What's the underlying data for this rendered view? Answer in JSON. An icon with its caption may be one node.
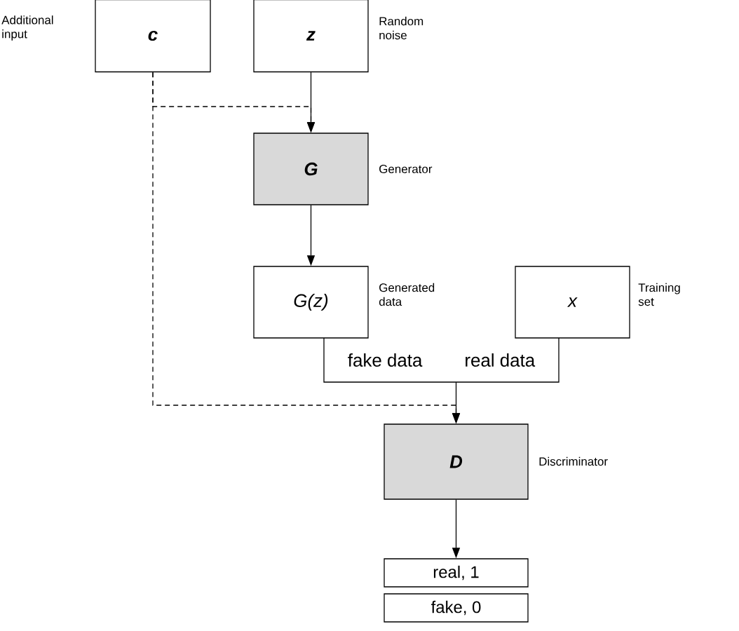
{
  "diagram": {
    "nodes": [
      {
        "text": [
          "c"
        ],
        "beside": [
          "Additional input"
        ]
      },
      {
        "text": [
          "z"
        ],
        "beside": [
          "Random noise"
        ]
      },
      {
        "text": [
          "G"
        ],
        "beside": [
          "Generator"
        ]
      },
      {
        "text": [
          "G(z)"
        ],
        "beside": [
          "Generated data"
        ]
      },
      {
        "text": [
          "x"
        ],
        "beside": [
          "Training set"
        ]
      },
      {
        "text": [
          "fake data",
          "real data"
        ]
      },
      {
        "text": [
          "D"
        ],
        "beside": [
          "Discriminator"
        ]
      },
      {
        "text": [
          "real, 1"
        ]
      },
      {
        "text": [
          "fake, 0"
        ]
      }
    ],
    "edges": [
      {
        "from": 1,
        "to": 2,
        "arrow": "to"
      },
      {
        "from": 0,
        "to": 2,
        "arrow": "to",
        "style": "dashed"
      },
      {
        "from": 2,
        "to": 3,
        "arrow": "to"
      },
      {
        "from": 5,
        "to": 6,
        "arrow": "to"
      },
      {
        "from": 0,
        "to": 6,
        "arrow": "to",
        "style": "dashed"
      },
      {
        "from": 6,
        "to": 7,
        "arrow": "to"
      }
    ]
  }
}
